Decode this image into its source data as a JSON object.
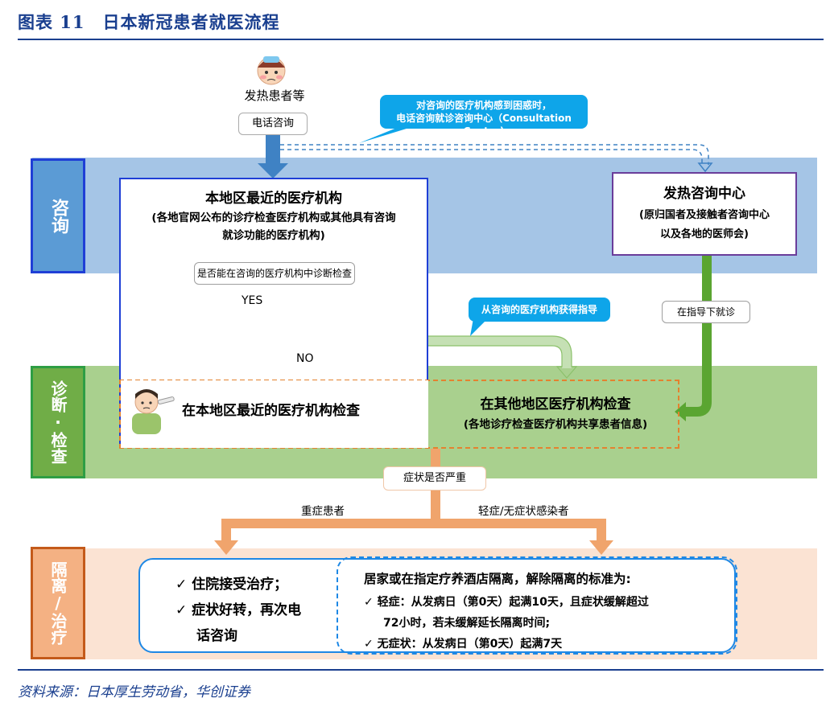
{
  "header": {
    "title": "图表 11　日本新冠患者就医流程",
    "source": "资料来源：日本厚生劳动省，华创证券"
  },
  "sections": {
    "consult": "咨询",
    "diagnose": "诊断·检查",
    "isolate": "隔离/治疗"
  },
  "patient": {
    "label": "发热患者等",
    "phone_step": "电话咨询"
  },
  "bubbles": {
    "confused": [
      "对咨询的医疗机构感到困惑时，",
      "电话咨询就诊咨询中心（Consultation Center)"
    ],
    "guidance": "从咨询的医疗机构获得指导"
  },
  "local_institution": {
    "title": "本地区最近的医疗机构",
    "subtitle": [
      "(各地官网公布的诊疗检查医疗机构或其他具有咨询",
      "就诊功能的医疗机构)"
    ],
    "question": "是否能在咨询的医疗机构中诊断检查",
    "yes": "YES",
    "no": "NO",
    "exam": "在本地区最近的医疗机构检查"
  },
  "fever_center": {
    "title": "发热咨询中心",
    "subtitle": [
      "(原归国者及接触者咨询中心",
      "以及各地的医师会)"
    ],
    "guidance_label": "在指导下就诊"
  },
  "other_exam": {
    "title": "在其他地区医疗机构检查",
    "subtitle": "(各地诊疗检查医疗机构共享患者信息)"
  },
  "severity": {
    "question": "症状是否严重",
    "severe": "重症患者",
    "mild": "轻症/无症状感染者"
  },
  "treatment": {
    "items": [
      "住院接受治疗；",
      "症状好转，再次电",
      "话咨询"
    ]
  },
  "isolation": {
    "title": "居家或在指定疗养酒店隔离，解除隔离的标准为:",
    "mild_line1": "轻症：从发病日（第0天）起满10天，且症状缓解超过",
    "mild_line2": "72小时，若未缓解延长隔离时间;",
    "asym": "无症状：从发病日（第0天）起满7天",
    "check": "✓"
  },
  "colors": {
    "blue_band": "#a5c5e6",
    "green_band": "#a9d08e",
    "orange_band": "#fbe3d3",
    "arrow_blue": "#3f82c4",
    "arrow_green": "#5aa531",
    "arrow_orange": "#f0a46c"
  }
}
